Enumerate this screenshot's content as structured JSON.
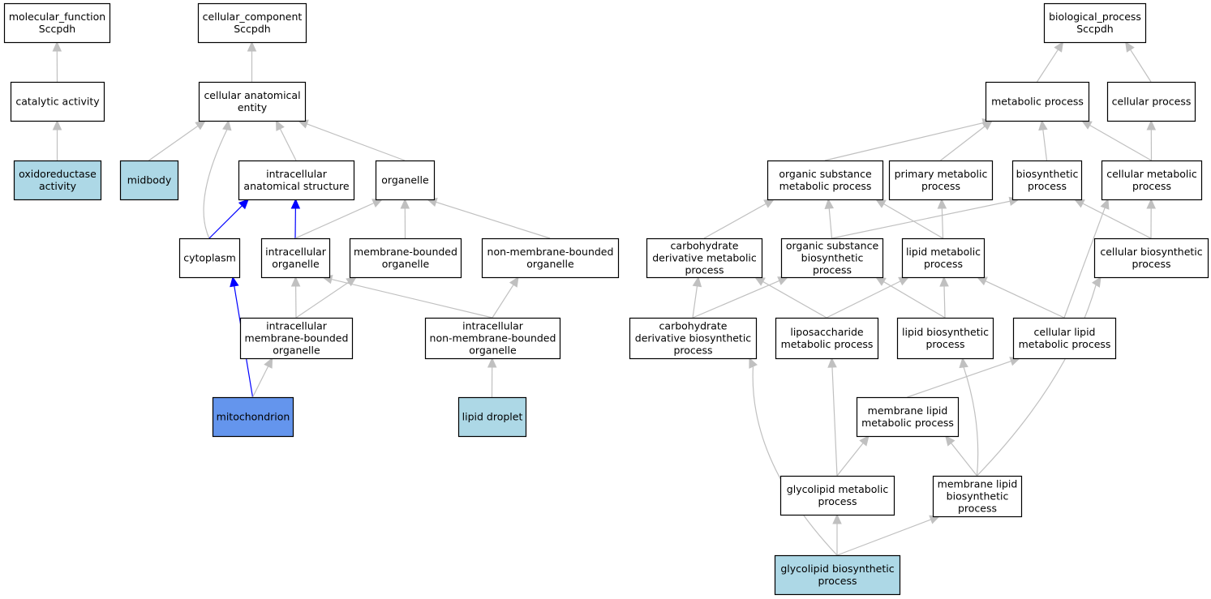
{
  "colors": {
    "edge_default": "#c0c0c0",
    "edge_highlight": "#0000ff",
    "node_default": "#ffffff",
    "node_annotated": "#add8e6",
    "node_selected": "#6495ed",
    "node_border": "#000000"
  },
  "nodes": [
    {
      "id": "molecular_function",
      "lines": [
        "molecular_function",
        "Sccpdh"
      ],
      "fill": "node_default"
    },
    {
      "id": "catalytic_activity",
      "lines": [
        "catalytic activity"
      ],
      "fill": "node_default"
    },
    {
      "id": "oxidoreductase_activity",
      "lines": [
        "oxidoreductase",
        "activity"
      ],
      "fill": "node_annotated"
    },
    {
      "id": "cellular_component",
      "lines": [
        "cellular_component",
        "Sccpdh"
      ],
      "fill": "node_default"
    },
    {
      "id": "cellular_anatomical_entity",
      "lines": [
        "cellular anatomical",
        "entity"
      ],
      "fill": "node_default"
    },
    {
      "id": "midbody",
      "lines": [
        "midbody"
      ],
      "fill": "node_annotated"
    },
    {
      "id": "intracellular_anatomical_structure",
      "lines": [
        "intracellular",
        "anatomical structure"
      ],
      "fill": "node_default"
    },
    {
      "id": "organelle",
      "lines": [
        "organelle"
      ],
      "fill": "node_default"
    },
    {
      "id": "cytoplasm",
      "lines": [
        "cytoplasm"
      ],
      "fill": "node_default"
    },
    {
      "id": "intracellular_organelle",
      "lines": [
        "intracellular",
        "organelle"
      ],
      "fill": "node_default"
    },
    {
      "id": "membrane_bounded_organelle",
      "lines": [
        "membrane-bounded",
        "organelle"
      ],
      "fill": "node_default"
    },
    {
      "id": "non_membrane_bounded_organelle",
      "lines": [
        "non-membrane-bounded",
        "organelle"
      ],
      "fill": "node_default"
    },
    {
      "id": "intracellular_membrane_bounded_organelle",
      "lines": [
        "intracellular",
        "membrane-bounded",
        "organelle"
      ],
      "fill": "node_default"
    },
    {
      "id": "intracellular_non_membrane_bounded_organelle",
      "lines": [
        "intracellular",
        "non-membrane-bounded",
        "organelle"
      ],
      "fill": "node_default"
    },
    {
      "id": "mitochondrion",
      "lines": [
        "mitochondrion"
      ],
      "fill": "node_selected"
    },
    {
      "id": "lipid_droplet",
      "lines": [
        "lipid droplet"
      ],
      "fill": "node_annotated"
    },
    {
      "id": "biological_process",
      "lines": [
        "biological_process",
        "Sccpdh"
      ],
      "fill": "node_default"
    },
    {
      "id": "metabolic_process",
      "lines": [
        "metabolic process"
      ],
      "fill": "node_default"
    },
    {
      "id": "cellular_process",
      "lines": [
        "cellular process"
      ],
      "fill": "node_default"
    },
    {
      "id": "organic_substance_metabolic_process",
      "lines": [
        "organic substance",
        "metabolic process"
      ],
      "fill": "node_default"
    },
    {
      "id": "primary_metabolic_process",
      "lines": [
        "primary metabolic",
        "process"
      ],
      "fill": "node_default"
    },
    {
      "id": "biosynthetic_process",
      "lines": [
        "biosynthetic",
        "process"
      ],
      "fill": "node_default"
    },
    {
      "id": "cellular_metabolic_process",
      "lines": [
        "cellular metabolic",
        "process"
      ],
      "fill": "node_default"
    },
    {
      "id": "carbohydrate_derivative_metabolic_process",
      "lines": [
        "carbohydrate",
        "derivative metabolic",
        "process"
      ],
      "fill": "node_default"
    },
    {
      "id": "organic_substance_biosynthetic_process",
      "lines": [
        "organic substance",
        "biosynthetic",
        "process"
      ],
      "fill": "node_default"
    },
    {
      "id": "lipid_metabolic_process",
      "lines": [
        "lipid metabolic",
        "process"
      ],
      "fill": "node_default"
    },
    {
      "id": "cellular_biosynthetic_process",
      "lines": [
        "cellular biosynthetic",
        "process"
      ],
      "fill": "node_default"
    },
    {
      "id": "carbohydrate_derivative_biosynthetic_process",
      "lines": [
        "carbohydrate",
        "derivative biosynthetic",
        "process"
      ],
      "fill": "node_default"
    },
    {
      "id": "liposaccharide_metabolic_process",
      "lines": [
        "liposaccharide",
        "metabolic process"
      ],
      "fill": "node_default"
    },
    {
      "id": "lipid_biosynthetic_process",
      "lines": [
        "lipid biosynthetic",
        "process"
      ],
      "fill": "node_default"
    },
    {
      "id": "cellular_lipid_metabolic_process",
      "lines": [
        "cellular lipid",
        "metabolic process"
      ],
      "fill": "node_default"
    },
    {
      "id": "membrane_lipid_metabolic_process",
      "lines": [
        "membrane lipid",
        "metabolic process"
      ],
      "fill": "node_default"
    },
    {
      "id": "glycolipid_metabolic_process",
      "lines": [
        "glycolipid metabolic",
        "process"
      ],
      "fill": "node_default"
    },
    {
      "id": "membrane_lipid_biosynthetic_process",
      "lines": [
        "membrane lipid",
        "biosynthetic",
        "process"
      ],
      "fill": "node_default"
    },
    {
      "id": "glycolipid_biosynthetic_process",
      "lines": [
        "glycolipid biosynthetic",
        "process"
      ],
      "fill": "node_annotated"
    }
  ],
  "edges": [
    {
      "from": "catalytic_activity",
      "to": "molecular_function",
      "color": "edge_default"
    },
    {
      "from": "oxidoreductase_activity",
      "to": "catalytic_activity",
      "color": "edge_default"
    },
    {
      "from": "cellular_anatomical_entity",
      "to": "cellular_component",
      "color": "edge_default"
    },
    {
      "from": "midbody",
      "to": "cellular_anatomical_entity",
      "color": "edge_default"
    },
    {
      "from": "cytoplasm",
      "to": "cellular_anatomical_entity",
      "color": "edge_default"
    },
    {
      "from": "intracellular_anatomical_structure",
      "to": "cellular_anatomical_entity",
      "color": "edge_default"
    },
    {
      "from": "organelle",
      "to": "cellular_anatomical_entity",
      "color": "edge_default"
    },
    {
      "from": "cytoplasm",
      "to": "intracellular_anatomical_structure",
      "color": "edge_highlight"
    },
    {
      "from": "intracellular_organelle",
      "to": "intracellular_anatomical_structure",
      "color": "edge_highlight"
    },
    {
      "from": "intracellular_organelle",
      "to": "organelle",
      "color": "edge_default"
    },
    {
      "from": "membrane_bounded_organelle",
      "to": "organelle",
      "color": "edge_default"
    },
    {
      "from": "non_membrane_bounded_organelle",
      "to": "organelle",
      "color": "edge_default"
    },
    {
      "from": "intracellular_membrane_bounded_organelle",
      "to": "intracellular_organelle",
      "color": "edge_default"
    },
    {
      "from": "intracellular_membrane_bounded_organelle",
      "to": "membrane_bounded_organelle",
      "color": "edge_default"
    },
    {
      "from": "intracellular_non_membrane_bounded_organelle",
      "to": "intracellular_organelle",
      "color": "edge_default"
    },
    {
      "from": "intracellular_non_membrane_bounded_organelle",
      "to": "non_membrane_bounded_organelle",
      "color": "edge_default"
    },
    {
      "from": "mitochondrion",
      "to": "cytoplasm",
      "color": "edge_highlight"
    },
    {
      "from": "mitochondrion",
      "to": "intracellular_membrane_bounded_organelle",
      "color": "edge_default"
    },
    {
      "from": "lipid_droplet",
      "to": "intracellular_non_membrane_bounded_organelle",
      "color": "edge_default"
    },
    {
      "from": "metabolic_process",
      "to": "biological_process",
      "color": "edge_default"
    },
    {
      "from": "cellular_process",
      "to": "biological_process",
      "color": "edge_default"
    },
    {
      "from": "organic_substance_metabolic_process",
      "to": "metabolic_process",
      "color": "edge_default"
    },
    {
      "from": "primary_metabolic_process",
      "to": "metabolic_process",
      "color": "edge_default"
    },
    {
      "from": "biosynthetic_process",
      "to": "metabolic_process",
      "color": "edge_default"
    },
    {
      "from": "cellular_metabolic_process",
      "to": "metabolic_process",
      "color": "edge_default"
    },
    {
      "from": "cellular_metabolic_process",
      "to": "cellular_process",
      "color": "edge_default"
    },
    {
      "from": "carbohydrate_derivative_metabolic_process",
      "to": "organic_substance_metabolic_process",
      "color": "edge_default"
    },
    {
      "from": "organic_substance_biosynthetic_process",
      "to": "organic_substance_metabolic_process",
      "color": "edge_default"
    },
    {
      "from": "organic_substance_biosynthetic_process",
      "to": "biosynthetic_process",
      "color": "edge_default"
    },
    {
      "from": "lipid_metabolic_process",
      "to": "organic_substance_metabolic_process",
      "color": "edge_default"
    },
    {
      "from": "lipid_metabolic_process",
      "to": "primary_metabolic_process",
      "color": "edge_default"
    },
    {
      "from": "cellular_biosynthetic_process",
      "to": "biosynthetic_process",
      "color": "edge_default"
    },
    {
      "from": "cellular_biosynthetic_process",
      "to": "cellular_metabolic_process",
      "color": "edge_default"
    },
    {
      "from": "carbohydrate_derivative_biosynthetic_process",
      "to": "carbohydrate_derivative_metabolic_process",
      "color": "edge_default"
    },
    {
      "from": "carbohydrate_derivative_biosynthetic_process",
      "to": "organic_substance_biosynthetic_process",
      "color": "edge_default"
    },
    {
      "from": "liposaccharide_metabolic_process",
      "to": "carbohydrate_derivative_metabolic_process",
      "color": "edge_default"
    },
    {
      "from": "liposaccharide_metabolic_process",
      "to": "lipid_metabolic_process",
      "color": "edge_default"
    },
    {
      "from": "lipid_biosynthetic_process",
      "to": "organic_substance_biosynthetic_process",
      "color": "edge_default"
    },
    {
      "from": "lipid_biosynthetic_process",
      "to": "lipid_metabolic_process",
      "color": "edge_default"
    },
    {
      "from": "cellular_lipid_metabolic_process",
      "to": "lipid_metabolic_process",
      "color": "edge_default"
    },
    {
      "from": "cellular_lipid_metabolic_process",
      "to": "cellular_metabolic_process",
      "color": "edge_default"
    },
    {
      "from": "membrane_lipid_metabolic_process",
      "to": "cellular_lipid_metabolic_process",
      "color": "edge_default"
    },
    {
      "from": "glycolipid_metabolic_process",
      "to": "liposaccharide_metabolic_process",
      "color": "edge_default"
    },
    {
      "from": "glycolipid_metabolic_process",
      "to": "membrane_lipid_metabolic_process",
      "color": "edge_default"
    },
    {
      "from": "membrane_lipid_biosynthetic_process",
      "to": "lipid_biosynthetic_process",
      "color": "edge_default"
    },
    {
      "from": "membrane_lipid_biosynthetic_process",
      "to": "membrane_lipid_metabolic_process",
      "color": "edge_default"
    },
    {
      "from": "membrane_lipid_biosynthetic_process",
      "to": "cellular_biosynthetic_process",
      "color": "edge_default"
    },
    {
      "from": "glycolipid_biosynthetic_process",
      "to": "carbohydrate_derivative_biosynthetic_process",
      "color": "edge_default"
    },
    {
      "from": "glycolipid_biosynthetic_process",
      "to": "glycolipid_metabolic_process",
      "color": "edge_default"
    },
    {
      "from": "glycolipid_biosynthetic_process",
      "to": "membrane_lipid_biosynthetic_process",
      "color": "edge_default"
    }
  ]
}
